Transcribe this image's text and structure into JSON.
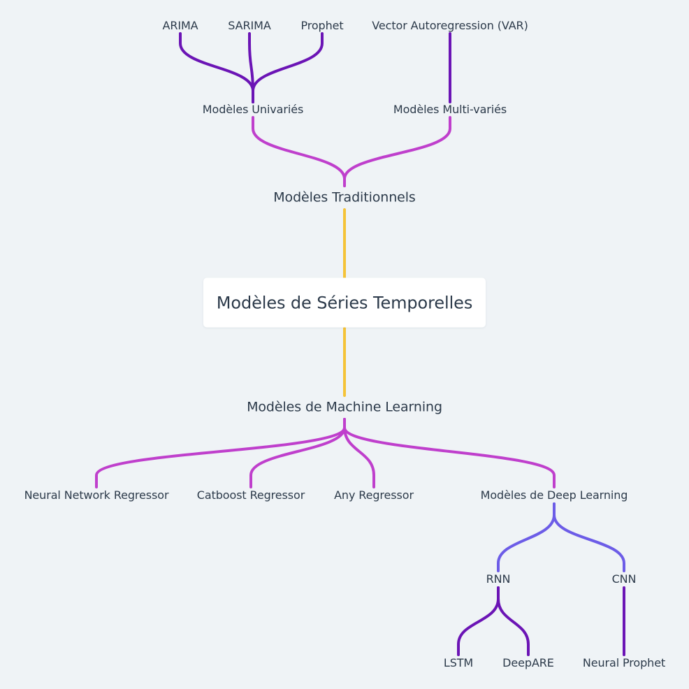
{
  "mindmap": {
    "root": {
      "label": "Modèles de Séries Temporelles"
    },
    "nodes": {
      "traditional": {
        "label": "Modèles Traditionnels"
      },
      "univariate": {
        "label": "Modèles Univariés"
      },
      "multivariate": {
        "label": "Modèles Multi-variés"
      },
      "arima": {
        "label": "ARIMA"
      },
      "sarima": {
        "label": "SARIMA"
      },
      "prophet": {
        "label": "Prophet"
      },
      "var": {
        "label": "Vector Autoregression (VAR)"
      },
      "ml": {
        "label": "Modèles de Machine Learning"
      },
      "nn_regressor": {
        "label": "Neural Network Regressor"
      },
      "catboost": {
        "label": "Catboost Regressor"
      },
      "any_regressor": {
        "label": "Any Regressor"
      },
      "deep_learning": {
        "label": "Modèles de Deep Learning"
      },
      "rnn": {
        "label": "RNN"
      },
      "cnn": {
        "label": "CNN"
      },
      "lstm": {
        "label": "LSTM"
      },
      "deepare": {
        "label": "DeepARE"
      },
      "neural_prophet": {
        "label": "Neural Prophet"
      }
    },
    "colors": {
      "level1": "#f5c338",
      "level2": "#bf3fcc",
      "level3": "#6b14b5",
      "deep_branch": "#6c5ce7",
      "text": "#2c3a4a",
      "background": "#eff3f6",
      "root_fill": "#ffffff"
    }
  }
}
